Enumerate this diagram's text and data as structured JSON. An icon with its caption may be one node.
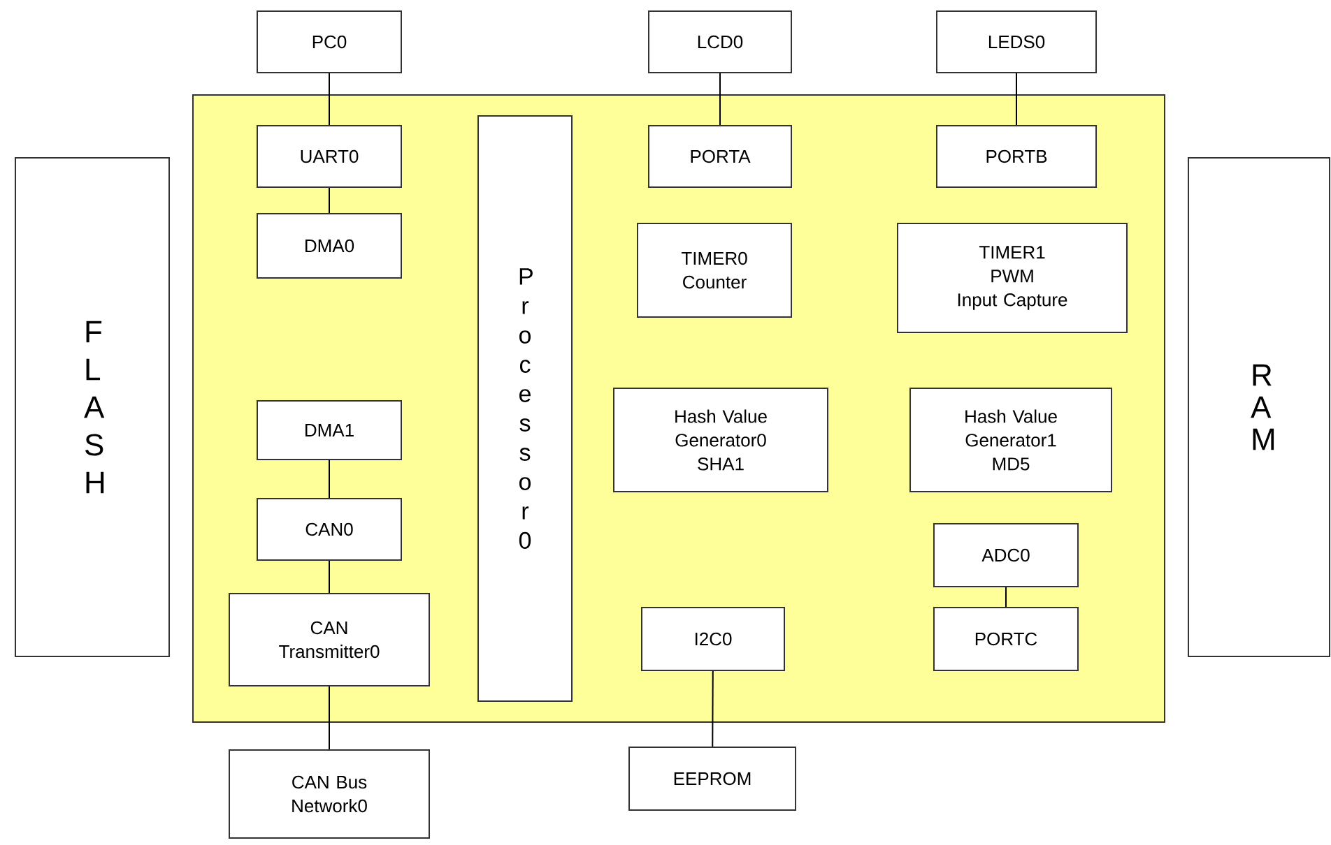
{
  "diagram": {
    "nodes": [
      {
        "text": [
          "PC0"
        ]
      },
      {
        "text": [
          "LCD0"
        ]
      },
      {
        "text": [
          "LEDS0"
        ]
      },
      {
        "text": [
          "F L A S H"
        ]
      },
      {
        "text": [
          "R A M"
        ]
      },
      {
        "text": [],
        "shape": "box"
      },
      {
        "text": [
          "UART0"
        ],
        "in": 5
      },
      {
        "text": [
          "DMA0"
        ],
        "in": 5
      },
      {
        "text": [
          "P r o c e s s o r 0"
        ],
        "in": 5
      },
      {
        "text": [
          "PORTA"
        ],
        "in": 5
      },
      {
        "text": [
          "PORTB"
        ],
        "in": 5
      },
      {
        "text": [
          "TIMER0 Counter"
        ],
        "in": 5
      },
      {
        "text": [
          "TIMER1",
          "PWM",
          "Input Capture"
        ],
        "in": 5
      },
      {
        "text": [
          "DMA1"
        ],
        "in": 5
      },
      {
        "text": [
          "Hash Value Generator0 SHA1"
        ],
        "in": 5
      },
      {
        "text": [
          "Hash Value Generator1 MD5"
        ],
        "in": 5
      },
      {
        "text": [
          "CAN0"
        ],
        "in": 5
      },
      {
        "text": [
          "ADC0"
        ],
        "in": 5
      },
      {
        "text": [
          "CAN Transmitter0"
        ],
        "in": 5
      },
      {
        "text": [
          "I2C0"
        ],
        "in": 5
      },
      {
        "text": [
          "PORTC"
        ],
        "in": 5
      },
      {
        "text": [
          "CAN Bus Network0"
        ]
      },
      {
        "text": [
          "EEPROM"
        ]
      }
    ],
    "edges": [
      {
        "from": 0,
        "to": 6,
        "arrow": "none"
      },
      {
        "from": 6,
        "to": 7,
        "arrow": "none"
      },
      {
        "from": 1,
        "to": 9,
        "arrow": "none"
      },
      {
        "from": 2,
        "to": 10,
        "arrow": "none"
      },
      {
        "from": 13,
        "to": 16,
        "arrow": "none"
      },
      {
        "from": 16,
        "to": 18,
        "arrow": "none"
      },
      {
        "from": 18,
        "to": 21,
        "arrow": "none"
      },
      {
        "from": 17,
        "to": 20,
        "arrow": "none"
      },
      {
        "from": 19,
        "to": 22,
        "arrow": "none"
      }
    ]
  }
}
